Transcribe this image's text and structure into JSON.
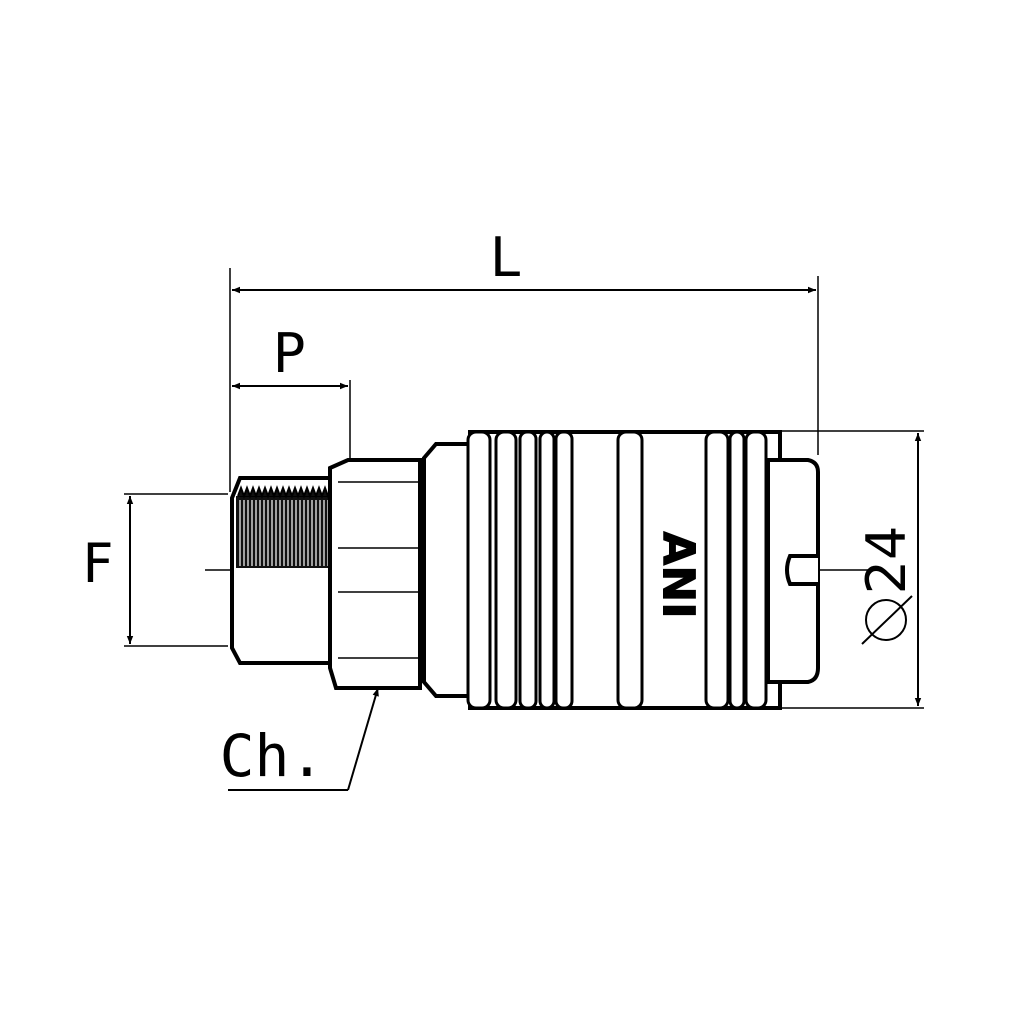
{
  "dimensions": {
    "length_label": "L",
    "pitch_label": "P",
    "thread_label": "F",
    "wrench_label": "Ch.",
    "diameter_label": "24"
  },
  "logo": {
    "text": "ANI"
  },
  "colors": {
    "line": "#000000",
    "background": "#ffffff"
  }
}
